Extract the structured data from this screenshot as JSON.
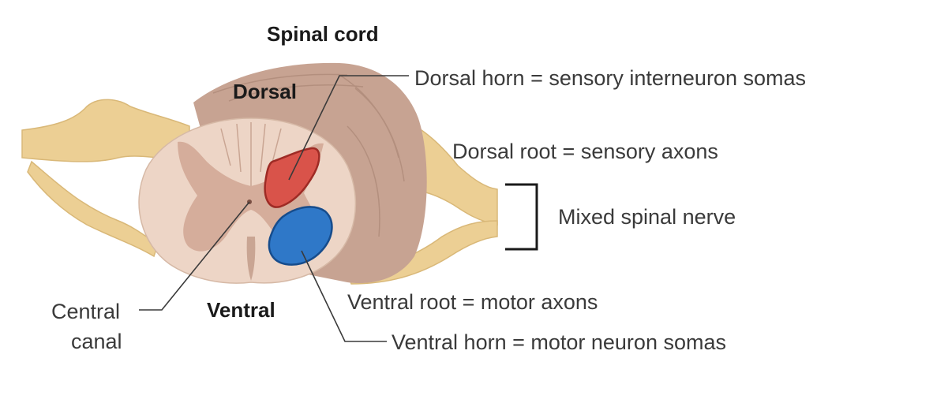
{
  "title": "Spinal cord",
  "orientation": {
    "dorsal": "Dorsal",
    "ventral": "Ventral"
  },
  "labels": {
    "dorsal_horn": "Dorsal horn = sensory interneuron somas",
    "dorsal_root": "Dorsal root = sensory axons",
    "mixed_spinal_nerve": "Mixed spinal nerve",
    "ventral_root": "Ventral root = motor axons",
    "ventral_horn": "Ventral horn = motor neuron somas",
    "central_canal_line1": "Central",
    "central_canal_line2": "canal"
  },
  "colors": {
    "nerve": "#eccf94",
    "nerve_edge": "#d9b878",
    "cord_side": "#c7a392",
    "cord_face": "#edd5c6",
    "grey_matter": "#d5ad9b",
    "dorsal_horn_fill": "#d9534a",
    "dorsal_horn_edge": "#9e2b25",
    "ventral_horn_fill": "#2f78c8",
    "ventral_horn_edge": "#164c8c",
    "text": "#3a3a3a",
    "bracket": "#1a1a1a"
  }
}
